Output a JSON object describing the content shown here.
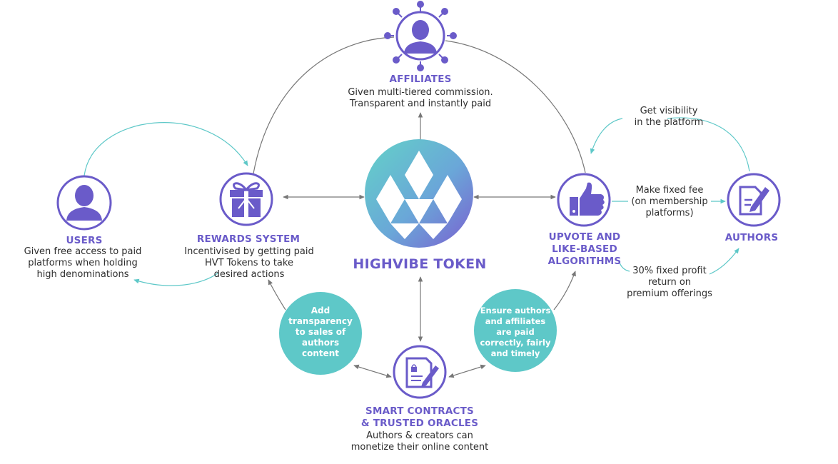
{
  "center": {
    "title": "HIGHVIBE TOKEN"
  },
  "affiliates": {
    "title": "AFFILIATES",
    "desc": [
      "Given multi-tiered commission.",
      "Transparent and instantly paid"
    ]
  },
  "users": {
    "title": "USERS",
    "desc": [
      "Given free access to paid",
      "platforms when holding",
      "high denominations"
    ]
  },
  "rewards": {
    "title": "REWARDS SYSTEM",
    "desc": [
      "Incentivised by getting paid",
      "HVT Tokens to take",
      "desired actions"
    ]
  },
  "upvote": {
    "title": [
      "UPVOTE AND",
      "LIKE-BASED",
      "ALGORITHMS"
    ]
  },
  "authors": {
    "title": "AUTHORS"
  },
  "smart_contracts": {
    "title": [
      "SMART CONTRACTS",
      "& TRUSTED ORACLES"
    ],
    "desc": [
      "Authors & creators can",
      "monetize their online content"
    ]
  },
  "bubbles": {
    "transparency": [
      "Add",
      "transparency",
      "to sales of",
      "authors",
      "content"
    ],
    "ensure": [
      "Ensure authors",
      "and affiliates",
      "are paid",
      "correctly, fairly",
      "and timely"
    ]
  },
  "edge_labels": {
    "visibility": [
      "Get visibility",
      "in the platform"
    ],
    "fixed_fee": [
      "Make fixed fee",
      "(on membership",
      "platforms)"
    ],
    "profit": [
      "30% fixed profit",
      "return on",
      "premium offerings"
    ]
  },
  "colors": {
    "purple": "#6a5bc9",
    "teal": "#5ec8c8",
    "gray": "#777777"
  },
  "icons": [
    "network-person-icon",
    "person-icon",
    "gift-icon",
    "thumbs-up-icon",
    "document-pen-icon",
    "contract-pen-icon",
    "triangle-pattern-icon"
  ]
}
